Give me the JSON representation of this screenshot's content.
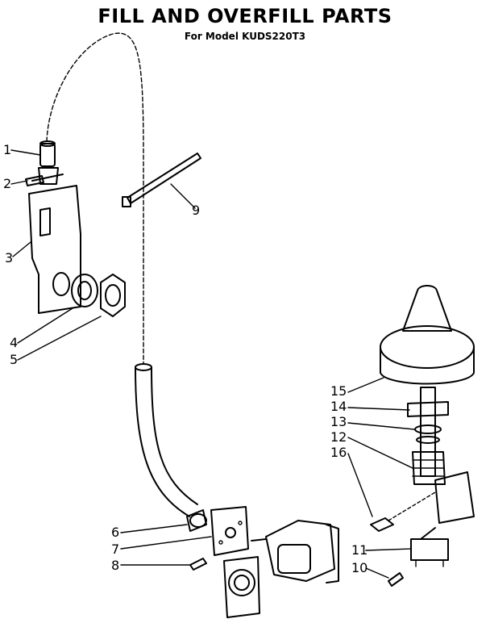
{
  "title": "FILL AND OVERFILL PARTS",
  "subtitle": "For Model KUDS220T3",
  "callouts": {
    "c1": "1",
    "c2": "2",
    "c3": "3",
    "c4": "4",
    "c5": "5",
    "c6": "6",
    "c7": "7",
    "c8": "8",
    "c9": "9",
    "c10": "10",
    "c11": "11",
    "c12": "12",
    "c13": "13",
    "c14": "14",
    "c15": "15",
    "c16": "16"
  }
}
